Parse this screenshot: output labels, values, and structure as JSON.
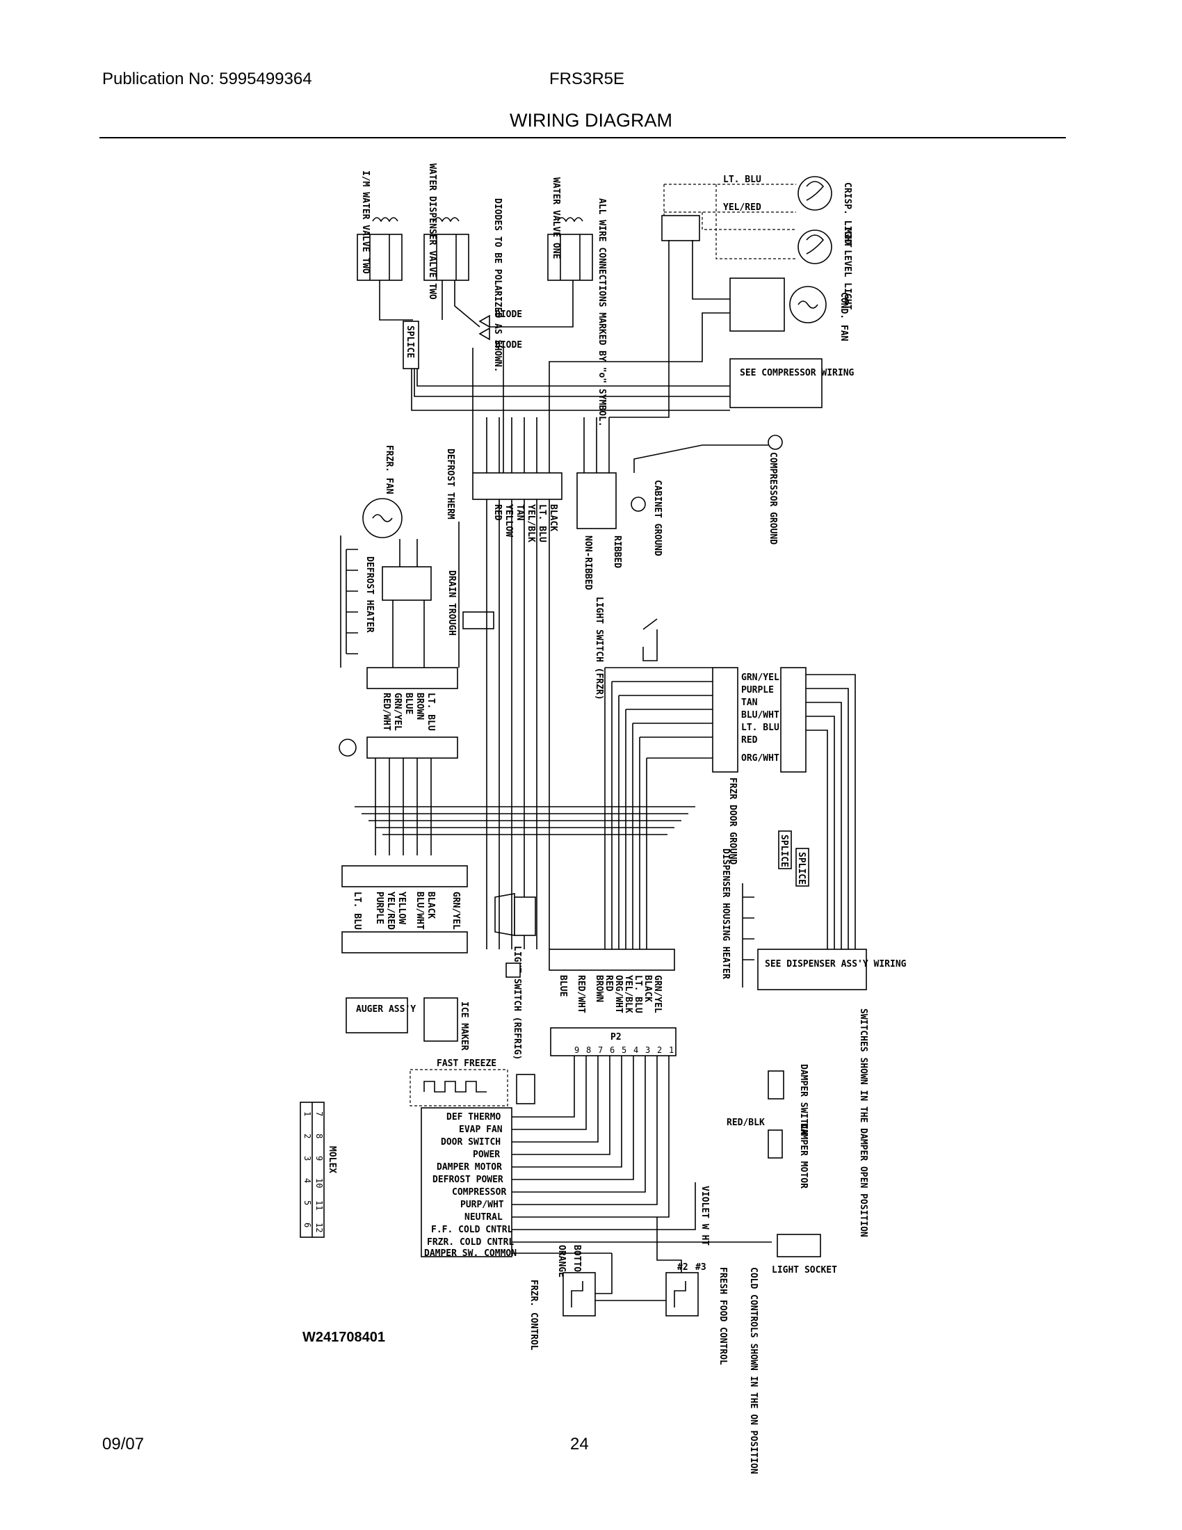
{
  "header": {
    "publication": "Publication No: 5995499364",
    "model": "FRS3R5E",
    "title": "WIRING DIAGRAM"
  },
  "footer": {
    "date": "09/07",
    "page": "24"
  },
  "drawing_number": "W241708401",
  "labels": {
    "im_valve": "I/M WATER VALVE TWO",
    "disp_valve": "WATER DISPENSER VALVE TWO",
    "diodes_note": "DIODES TO BE POLARIZED AS SHOWN.",
    "water_valve_one": "WATER VALVE ONE",
    "connections_note": "ALL WIRE CONNECTIONS MARKED BY \"o\" SYMBOL.",
    "crisp_light": "CRISP. LIGHT",
    "mid_level_light": "MID LEVEL LIGHT",
    "cond_fan": "COND. FAN",
    "lt_blu": "LT. BLU",
    "yel_red": "YEL/RED",
    "diode_1": "DIODE",
    "diode_2": "DIODE",
    "splice": "SPLICE",
    "see_compressor": "SEE COMPRESSOR WIRING",
    "compressor_ground": "COMPRESSOR GROUND",
    "cabinet_ground": "CABINET GROUND",
    "frzr_fan": "FRZR. FAN",
    "defrost_therm": "DEFROST THERM",
    "defrost_heater": "DEFROST HEATER",
    "drain_trough": "DRAIN TROUGH",
    "ribbed": "RIBBED",
    "non_ribbed": "NON-RIBBED",
    "light_switch_frzr": "LIGHT SWITCH (FRZR)",
    "frzr_door_ground": "FRZR DOOR GROUND",
    "dispenser_housing_heater": "DISPENSER HOUSING HEATER",
    "splice_2": "SPLICE",
    "splice_3": "SPLICE",
    "see_dispenser": "SEE DISPENSER ASS'Y WIRING",
    "light_switch_refrig": "LIGHT SWITCH (REFRIG)",
    "auger": "AUGER ASS'Y",
    "ice_maker": "ICE MAKER",
    "fast_freeze": "FAST FREEZE",
    "p2": "P2",
    "damper_switch": "DAMPER SWITCH",
    "damper_motor": "DAMPER MOTOR",
    "red_blk": "RED/BLK",
    "violet_wht": "VIOLET W HT",
    "light_socket": "LIGHT SOCKET",
    "molex": "MOLEX",
    "bottom": "BOTTOM",
    "orange": "ORANGE",
    "frzr_control": "FRZR. CONTROL",
    "fresh_food_control": "FRESH FOOD CONTROL",
    "cold_controls_note": "COLD CONTROLS SHOWN IN THE ON POSITION",
    "switches_note": "SWITCHES SHOWN IN THE DAMPER OPEN POSITION",
    "pin2": "#2",
    "pin3": "#3"
  },
  "wire_groups": {
    "top_harness": [
      "BLACK",
      "LT. BLU",
      "YEL/BLK",
      "TAN",
      "YELLOW",
      "RED"
    ],
    "evap_block": [
      "LT. BLU",
      "BROWN",
      "BLUE",
      "GRN/YEL",
      "RED/WHT"
    ],
    "door_block": [
      "GRN/YEL",
      "PURPLE",
      "TAN",
      "BLU/WHT",
      "LT. BLU",
      "RED",
      "ORG/WHT"
    ],
    "left_lower_block": [
      "GRN/YEL",
      "BLACK",
      "BLU/WHT",
      "YELLOW",
      "YEL/RED",
      "PURPLE",
      "LT. BLU"
    ],
    "refrig_block": [
      "GRN/YEL",
      "BLACK",
      "LT. BLU",
      "YEL/BLK",
      "ORG/WHT",
      "RED",
      "BROWN",
      "RED/WHT",
      "BLUE"
    ]
  },
  "control_board": {
    "rows": [
      "DEF THERMO",
      "EVAP FAN",
      "DOOR SWITCH",
      "POWER",
      "DAMPER MOTOR",
      "DEFROST POWER",
      "COMPRESSOR",
      "PURP/WHT",
      "NEUTRAL",
      "F.F. COLD CNTRL",
      "FRZR. COLD CNTRL",
      "DAMPER SW. COMMON"
    ],
    "pin_numbers": [
      "9",
      "8",
      "7",
      "6",
      "5",
      "4",
      "3",
      "2",
      "1"
    ]
  },
  "molex_grid": [
    [
      "7",
      "8",
      "9",
      "10",
      "11",
      "12"
    ],
    [
      "1",
      "2",
      "3",
      "4",
      "5",
      "6"
    ]
  ]
}
